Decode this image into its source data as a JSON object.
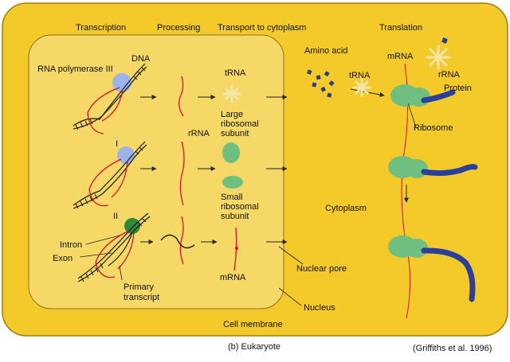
{
  "colors": {
    "cell": "#f4c92a",
    "cell_edge": "#9c7d10",
    "nucleus": "#f5d865",
    "nucleus_edge": "#8a7420",
    "rna_red": "#d4122a",
    "dna_black": "#1a1a1a",
    "polymerase_blue": "#9bb5ea",
    "polymerase_green": "#2e8a3a",
    "ribosome_green": "#6fbf80",
    "trna_pale": "#f3e6a8",
    "protein_blue": "#2b3f9e",
    "amino_acid": "#2a3c8c"
  },
  "headers": {
    "transcription": "Transcription",
    "processing": "Processing",
    "transport": "Transport to cytoplasm",
    "translation": "Translation"
  },
  "labels": {
    "rna_polymerase": "RNA polymerase III",
    "dna": "DNA",
    "pol_1": "I",
    "pol_2": "II",
    "trna": "tRNA",
    "rrna": "rRNA",
    "large_subunit_1": "Large",
    "large_subunit_2": "ribosomal",
    "large_subunit_3": "subunit",
    "small_subunit_1": "Small",
    "small_subunit_2": "ribosomal",
    "small_subunit_3": "subunit",
    "mrna_nucleus": "mRNA",
    "intron": "Intron",
    "exon": "Exon",
    "primary_1": "Primary",
    "primary_2": "transcript",
    "amino_acid": "Amino acid",
    "trna_cyto": "tRNA",
    "mrna_cyto": "mRNA",
    "rrna_cyto": "rRNA",
    "protein": "Protein",
    "ribosome": "Ribosome",
    "cytoplasm": "Cytoplasm",
    "nuclear_pore": "Nuclear pore",
    "nucleus": "Nucleus",
    "cell_membrane": "Cell membrane"
  },
  "caption": "(b)  Eukaryote",
  "citation": "(Griffiths et al. 1996)"
}
